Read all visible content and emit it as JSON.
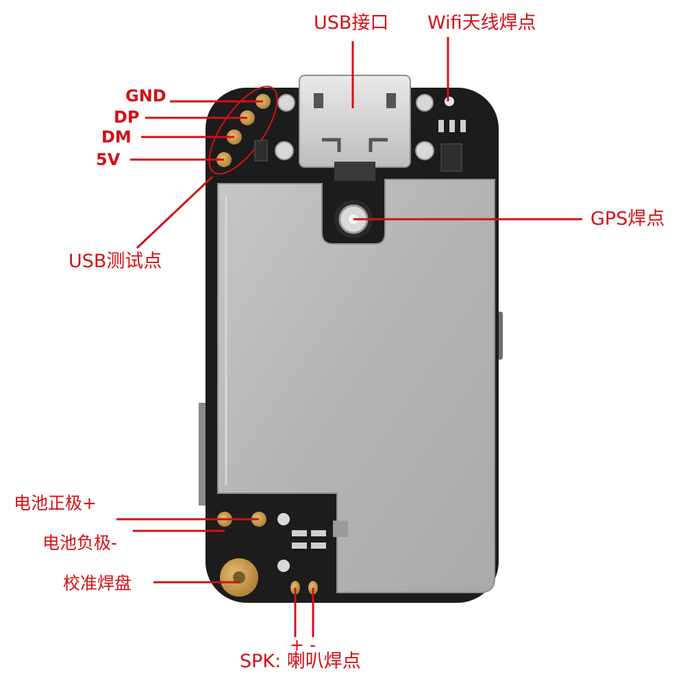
{
  "labels": {
    "usb_port": "USB接口",
    "wifi_antenna": "Wifi天线焊点",
    "gnd": "GND",
    "dp": "DP",
    "dm": "DM",
    "v5": "5V",
    "gps": "GPS焊点",
    "usb_test": "USB测试点",
    "battery_pos": "电池正极+",
    "battery_neg": "电池负极-",
    "calibration_pad": "校准焊盘",
    "spk_plus": "+",
    "spk_minus": "-",
    "speaker": "SPK: 喇叭焊点"
  },
  "colors": {
    "annotation": "#d40f14",
    "pcb": "#1c1c1c",
    "shield": "#b9b9b7",
    "pad_gold": "#c99a4d",
    "background": "#ffffff"
  }
}
